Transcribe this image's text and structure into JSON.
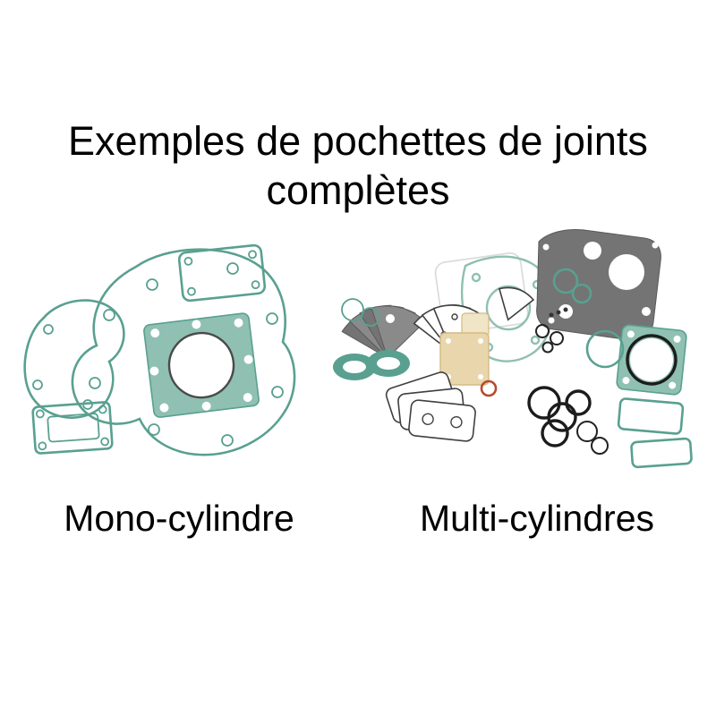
{
  "title": {
    "line1": "Exemples de pochettes de joints",
    "line2": "complètes"
  },
  "figures": {
    "mono": {
      "label": "Mono-cylindre"
    },
    "multi": {
      "label": "Multi-cylindres"
    }
  },
  "colors": {
    "background": "#ffffff",
    "text_color": "#000000",
    "gasket_teal": "#59a090",
    "gasket_teal_light": "#8fc0b2",
    "gasket_teal_pale": "#bcd9d0",
    "gasket_gray_dark": "#747474",
    "gasket_gray_mid": "#8a8a8a",
    "gasket_tan": "#e9d6ac",
    "oring_black": "#1c1c1c",
    "oring_orange": "#b84a2e"
  }
}
